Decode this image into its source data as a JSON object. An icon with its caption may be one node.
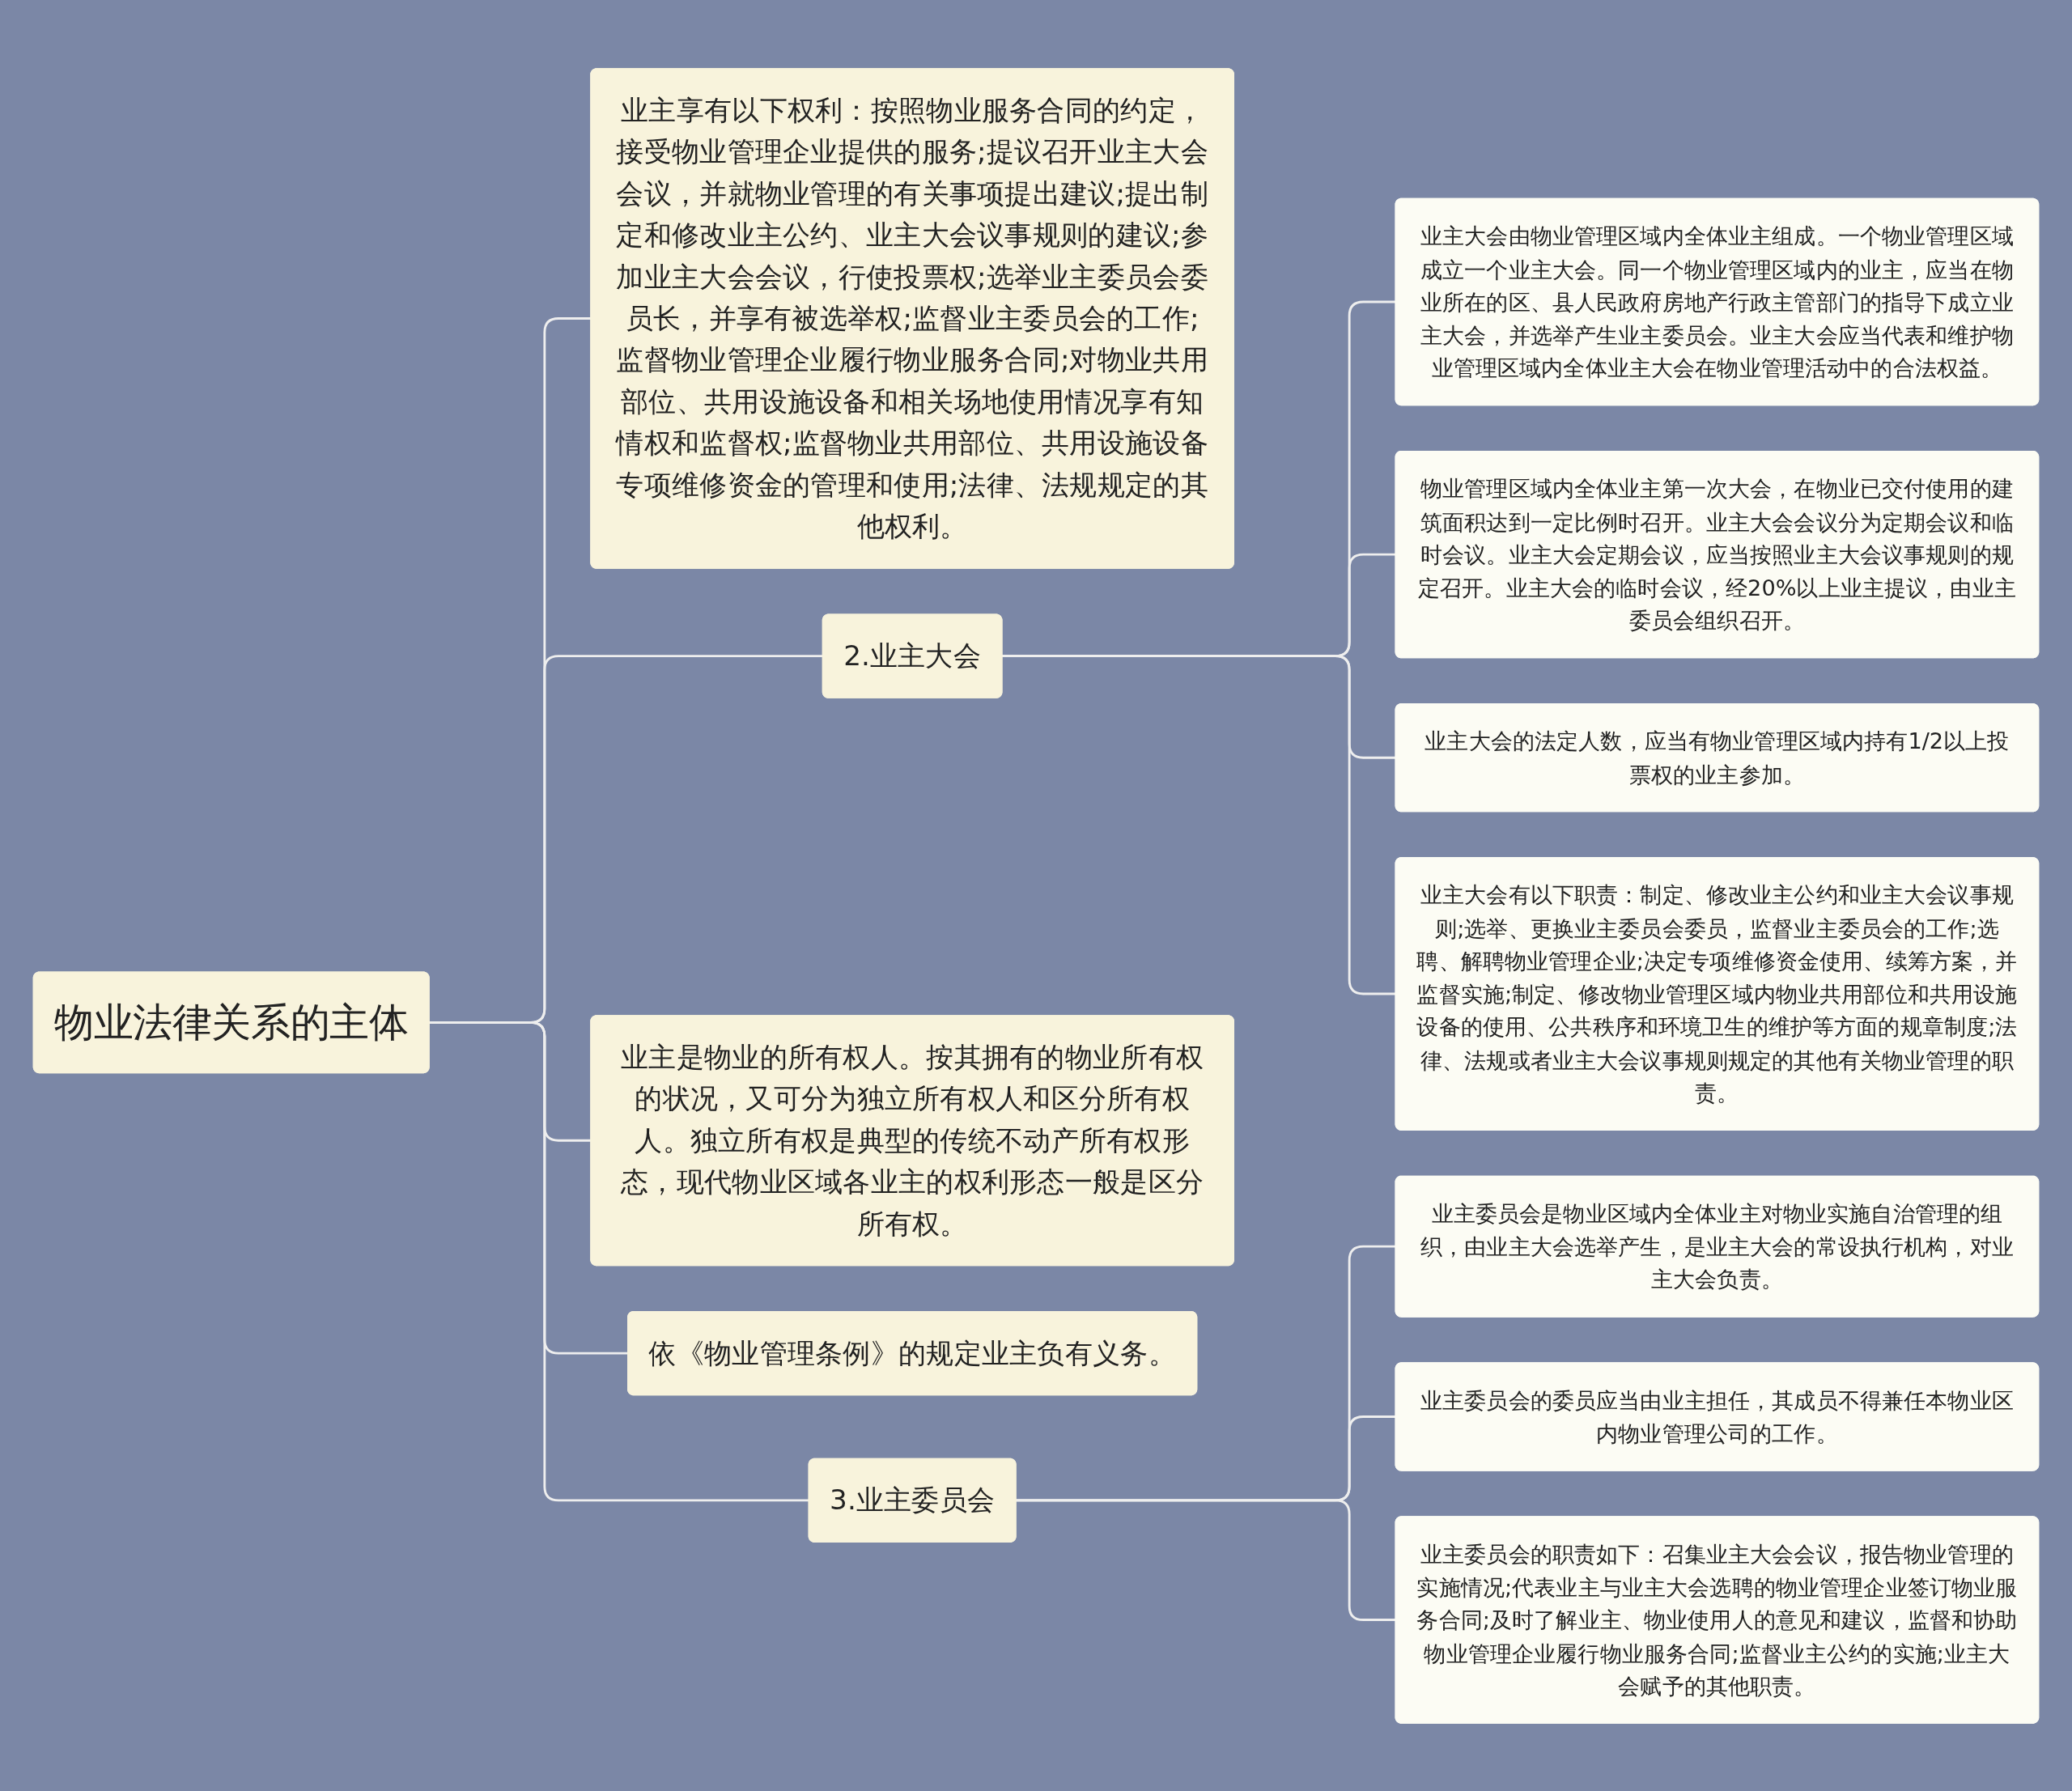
{
  "diagram": {
    "nodes": [
      {
        "text": [
          "物业法律关系的主体"
        ]
      },
      {
        "text": [
          "业主享有以下权利：按照物业服务合同的约定，接受物业管理企业提供的服务;提议召开业主大会会议，并就物业管理的有关事项提出建议;提出制定和修改业主公约、业主大会议事规则的建议;参加业主大会会议，行使投票权;选举业主委员会委员长，并享有被选举权;监督业主委员会的工作;监督物业管理企业履行物业服务合同;对物业共用部位、共用设施设备和相关场地使用情况享有知情权和监督权;监督物业共用部位、共用设施设备专项维修资金的管理和使用;法律、法规规定的其他权利。"
        ]
      },
      {
        "text": [
          "2.业主大会"
        ]
      },
      {
        "text": [
          "业主大会由物业管理区域内全体业主组成。一个物业管理区域成立一个业主大会。同一个物业管理区域内的业主，应当在物业所在的区、县人民政府房地产行政主管部门的指导下成立业主大会，并选举产生业主委员会。业主大会应当代表和维护物业管理区域内全体业主大会在物业管理活动中的合法权益。"
        ]
      },
      {
        "text": [
          "物业管理区域内全体业主第一次大会，在物业已交付使用的建筑面积达到一定比例时召开。业主大会会议分为定期会议和临时会议。业主大会定期会议，应当按照业主大会议事规则的规定召开。业主大会的临时会议，经20%以上业主提议，由业主委员会组织召开。"
        ]
      },
      {
        "text": [
          "业主大会的法定人数，应当有物业管理区域内持有1/2以上投票权的业主参加。"
        ]
      },
      {
        "text": [
          "业主大会有以下职责：制定、修改业主公约和业主大会议事规则;选举、更换业主委员会委员，监督业主委员会的工作;选聘、解聘物业管理企业;决定专项维修资金使用、续筹方案，并监督实施;制定、修改物业管理区域内物业共用部位和共用设施设备的使用、公共秩序和环境卫生的维护等方面的规章制度;法律、法规或者业主大会议事规则规定的其他有关物业管理的职责。"
        ]
      },
      {
        "text": [
          "业主是物业的所有权人。按其拥有的物业所有权的状况，又可分为独立所有权人和区分所有权人。独立所有权是典型的传统不动产所有权形态，现代物业区域各业主的权利形态一般是区分所有权。"
        ]
      },
      {
        "text": [
          "依《物业管理条例》的规定业主负有义务。"
        ]
      },
      {
        "text": [
          "3.业主委员会"
        ]
      },
      {
        "text": [
          "业主委员会是物业区域内全体业主对物业实施自治管理的组织，由业主大会选举产生，是业主大会的常设执行机构，对业主大会负责。"
        ]
      },
      {
        "text": [
          "业主委员会的委员应当由业主担任，其成员不得兼任本物业区内物业管理公司的工作。"
        ]
      },
      {
        "text": [
          "业主委员会的职责如下：召集业主大会会议，报告物业管理的实施情况;代表业主与业主大会选聘的物业管理企业签订物业服务合同;及时了解业主、物业使用人的意见和建议，监督和协助物业管理企业履行物业服务合同;监督业主公约的实施;业主大会赋予的其他职责。"
        ]
      }
    ],
    "edges": [
      {
        "from": 0,
        "to": 1,
        "arrow": "none"
      },
      {
        "from": 0,
        "to": 2,
        "arrow": "none"
      },
      {
        "from": 2,
        "to": 3,
        "arrow": "none"
      },
      {
        "from": 2,
        "to": 4,
        "arrow": "none"
      },
      {
        "from": 2,
        "to": 5,
        "arrow": "none"
      },
      {
        "from": 2,
        "to": 6,
        "arrow": "none"
      },
      {
        "from": 0,
        "to": 7,
        "arrow": "none"
      },
      {
        "from": 0,
        "to": 8,
        "arrow": "none"
      },
      {
        "from": 0,
        "to": 9,
        "arrow": "none"
      },
      {
        "from": 9,
        "to": 10,
        "arrow": "none"
      },
      {
        "from": 9,
        "to": 11,
        "arrow": "none"
      },
      {
        "from": 9,
        "to": 12,
        "arrow": "none"
      }
    ]
  }
}
